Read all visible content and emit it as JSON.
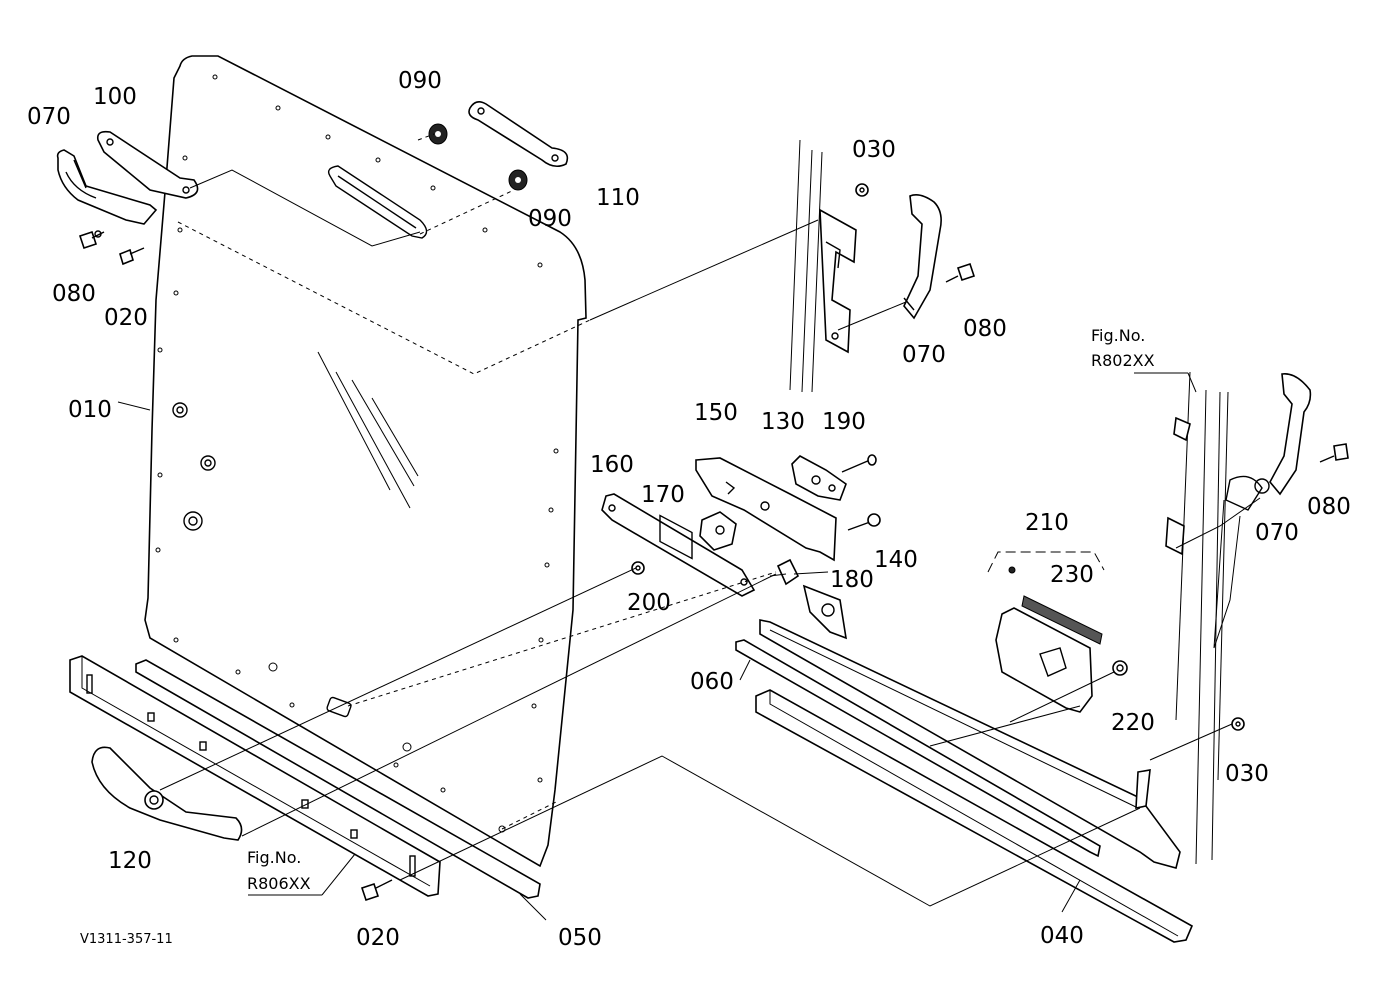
{
  "diagram": {
    "callouts": {
      "c070_tl": "070",
      "c100": "100",
      "c090_top": "090",
      "c110": "110",
      "c090_mid": "090",
      "c080_tl": "080",
      "c020_tl": "020",
      "c010": "010",
      "c030_top": "030",
      "c080_mid": "080",
      "c070_mid": "070",
      "c150": "150",
      "c130": "130",
      "c190": "190",
      "c160": "160",
      "c170": "170",
      "c140": "140",
      "c180": "180",
      "c200": "200",
      "c210": "210",
      "c230": "230",
      "c070_r": "070",
      "c080_r": "080",
      "c060": "060",
      "c220": "220",
      "c030_r": "030",
      "c120": "120",
      "c020_bot": "020",
      "c050": "050",
      "c040": "040"
    },
    "figure_refs": {
      "right": {
        "label": "Fig.No.",
        "code": "R802XX"
      },
      "left": {
        "label": "Fig.No.",
        "code": "R806XX"
      }
    },
    "drawing_code": "V1311-357-11"
  }
}
